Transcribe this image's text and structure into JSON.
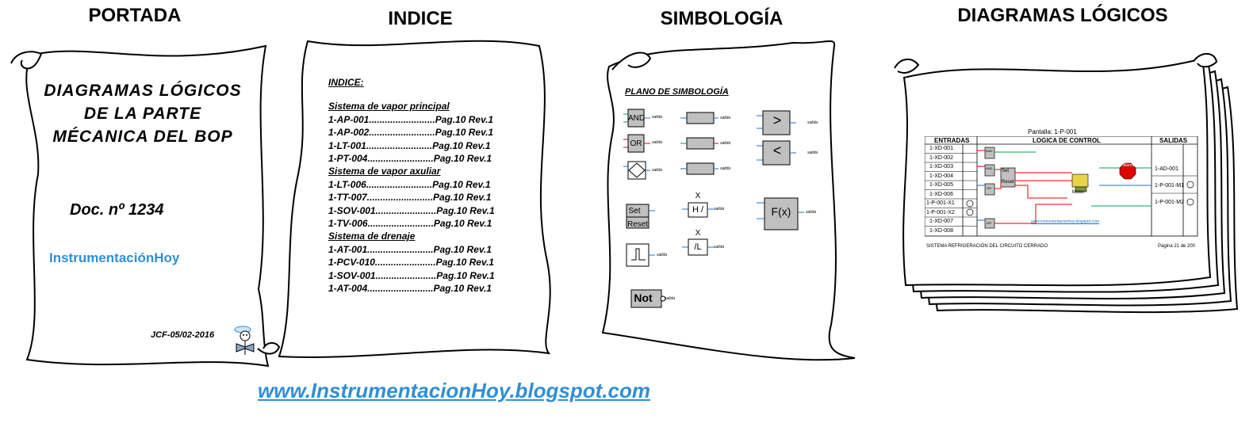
{
  "headers": {
    "portada": "PORTADA",
    "indice": "INDICE",
    "simbologia": "SIMBOLOGÍA",
    "diagramas": "DIAGRAMAS LÓGICOS"
  },
  "portada": {
    "title_line1": "DIAGRAMAS LÓGICOS",
    "title_line2": "DE LA PARTE",
    "title_line3": "MÉCANICA DEL BOP",
    "doc": "Doc. nº 1234",
    "brand": "InstrumentaciónHoy",
    "date": "JCF-05/02-2016"
  },
  "indice": {
    "heading": "INDICE:",
    "sections": [
      {
        "title": "Sistema de vapor principal",
        "rows": [
          "1-AP-001.........................Pag.10 Rev.1",
          "1-AP-002.........................Pag.10 Rev.1",
          "1-LT-001.........................Pag.10 Rev.1",
          "1-PT-004.........................Pag.10 Rev.1"
        ]
      },
      {
        "title": "Sistema de vapor axuliar",
        "rows": [
          "1-LT-006.........................Pag.10 Rev.1",
          "1-TT-007.........................Pag.10 Rev.1",
          "1-SOV-001.......................Pag.10 Rev.1",
          "1-TV-006.........................Pag.10 Rev.1"
        ]
      },
      {
        "title": "Sistema de drenaje",
        "rows": [
          "1-AT-001.........................Pag.10 Rev.1",
          "1-PCV-010.......................Pag.10 Rev.1",
          "1-SOV-001.......................Pag.10 Rev.1",
          "1-AT-004.........................Pag.10 Rev.1"
        ]
      }
    ]
  },
  "simbologia": {
    "title": "PLANO DE SIMBOLOGÍA",
    "and": "AND",
    "or": "OR",
    "set": "Set",
    "reset": "Reset",
    "not": "Not",
    "gt": ">",
    "lt": "<",
    "fx": "F(x)",
    "h": "H /",
    "l": "/L",
    "x1": "X",
    "x2": "X",
    "output": "salida"
  },
  "diagramas": {
    "page_title": "Pantalla: 1-P-001",
    "col_entradas": "ENTRADAS",
    "col_logica": "LOGICA DE CONTROL",
    "col_salidas": "SALIDAS",
    "inputs": [
      "1-XD-001",
      "1-XD-002",
      "1-XD-003",
      "1-XD-004",
      "1-XD-005",
      "1-XD-006",
      "1-P-001-X1",
      "1-P-001-X2",
      "1-XD-007",
      "1-XD-008"
    ],
    "outputs": [
      "1-AD-001",
      "1-P-001-M1",
      "1-P-001-M2"
    ],
    "alarm": "Alarma",
    "motor": "Motor",
    "and": "AND",
    "or": "OR",
    "set": "Set",
    "reset": "Reset",
    "url": "www.instrumentacionhoy.blogspot.com",
    "footer_left": "SISTEMA REFRIGERACIÓN DEL CIRCUITO CERRADO",
    "footer_right": "Página 21 de 200"
  },
  "footer_url": "www.InstrumentacionHoy.blogspot.com",
  "colors": {
    "brand": "#2f8fd8",
    "gate_fill": "#c0c0c0",
    "line_green": "#00a651",
    "line_red": "#e00000",
    "line_blue": "#1f6fd0"
  }
}
